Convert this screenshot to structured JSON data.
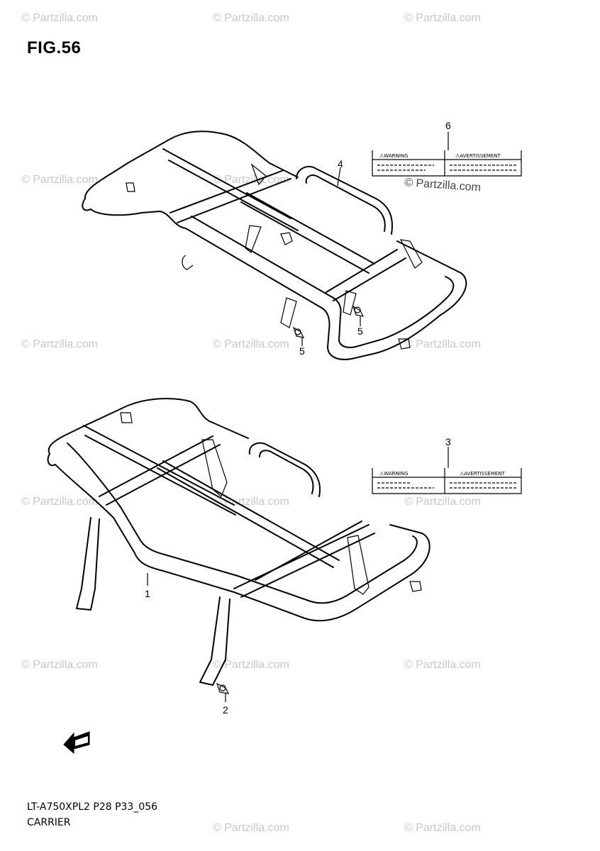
{
  "figure": {
    "title": "FIG.56",
    "code": "LT-A750XPL2 P28 P33_056",
    "name": "CARRIER"
  },
  "watermark": {
    "text": "© Partzilla.com",
    "color": "#c8c8c8"
  },
  "callouts": {
    "c1": "1",
    "c2": "2",
    "c3": "3",
    "c4": "4",
    "c5a": "5",
    "c5b": "5",
    "c6": "6"
  },
  "labels": {
    "warning": "⚠WARNING",
    "avertissement": "⚠AVERTISSEMENT"
  },
  "fwd_icon": "fwd-arrow-icon"
}
